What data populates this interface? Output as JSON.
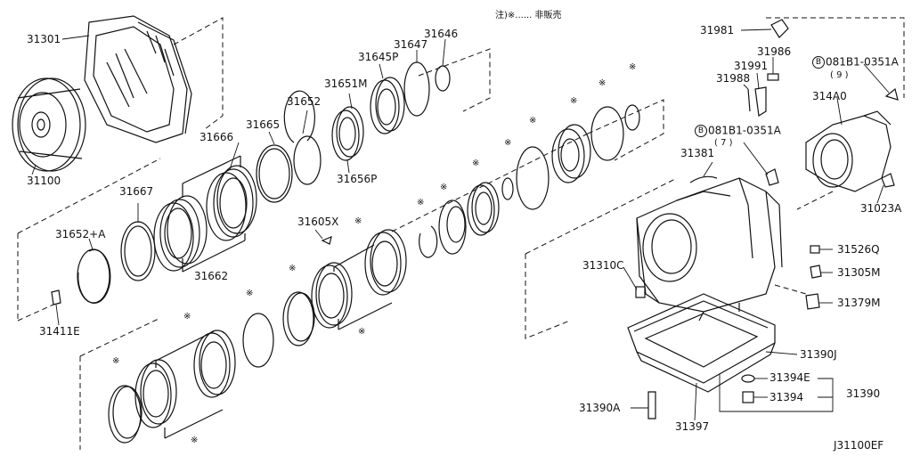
{
  "diagram": {
    "note": "注)※...... 非販売",
    "catalog_code": "J31100EF",
    "parts": {
      "p31301": "31301",
      "p31100": "31100",
      "p31666": "31666",
      "p31665": "31665",
      "p31652": "31652",
      "p31651M": "31651M",
      "p31645P": "31645P",
      "p31647": "31647",
      "p31646": "31646",
      "p31656P": "31656P",
      "p31667": "31667",
      "p31652A": "31652+A",
      "p31662": "31662",
      "p31411E": "31411E",
      "p31605X": "31605X",
      "p31981": "31981",
      "p31986": "31986",
      "p31991": "31991",
      "p31988": "31988",
      "p081B1_9": "081B1-0351A",
      "p081B1_9_qty": "( 9 )",
      "p314A0": "314A0",
      "p081B1_7": "081B1-0351A",
      "p081B1_7_qty": "( 7 )",
      "p31381": "31381",
      "p31023A": "31023A",
      "p31526Q": "31526Q",
      "p31305M": "31305M",
      "p31379M": "31379M",
      "p31310C": "31310C",
      "p31390J": "31390J",
      "p31394E": "31394E",
      "p31394": "31394",
      "p31390": "31390",
      "p31390A": "31390A",
      "p31397": "31397"
    },
    "bolt_marker": "B",
    "asterisk": "※"
  }
}
